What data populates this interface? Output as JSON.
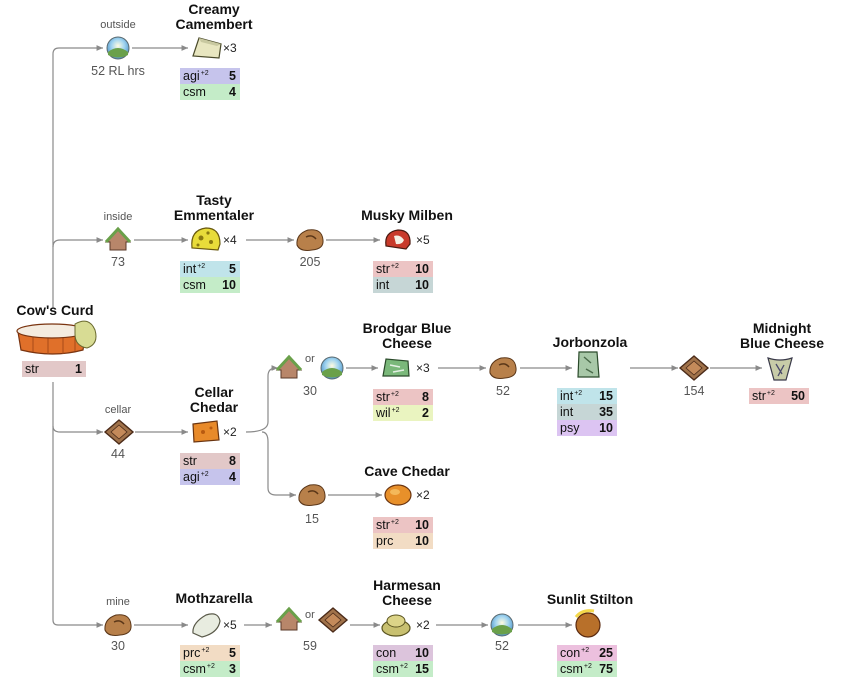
{
  "root": {
    "title": "Cow's Curd",
    "stat_name": "str",
    "stat_value": "1"
  },
  "edge_labels": {
    "outside": "outside",
    "inside": "inside",
    "cellar": "cellar",
    "mine": "mine",
    "or1": "or",
    "or2": "or"
  },
  "edge_numbers": {
    "e1": "52 RL hrs",
    "e2": "73",
    "e3": "205",
    "e4": "44",
    "e5": "30",
    "e6": "52",
    "e7": "154",
    "e8": "15",
    "e9": "30",
    "e10": "59",
    "e11": "52"
  },
  "cheeses": {
    "camembert": {
      "title": "Creamy Camembert",
      "count": "×3",
      "stats": [
        {
          "name": "agi",
          "bonus": "+2",
          "value": "5"
        },
        {
          "name": "csm",
          "bonus": "",
          "value": "4"
        }
      ]
    },
    "emmentaler": {
      "title": "Tasty Emmentaler",
      "count": "×4",
      "stats": [
        {
          "name": "int",
          "bonus": "+2",
          "value": "5"
        },
        {
          "name": "csm",
          "bonus": "",
          "value": "10"
        }
      ]
    },
    "milben": {
      "title": "Musky Milben",
      "count": "×5",
      "stats": [
        {
          "name": "str",
          "bonus": "+2",
          "value": "10"
        },
        {
          "name": "int",
          "bonus": "",
          "value": "10"
        }
      ]
    },
    "cellar_chedar": {
      "title": "Cellar Chedar",
      "count": "×2",
      "stats": [
        {
          "name": "str",
          "bonus": "",
          "value": "8"
        },
        {
          "name": "agi",
          "bonus": "+2",
          "value": "4"
        }
      ]
    },
    "brodgar": {
      "title": "Brodgar Blue Cheese",
      "count": "×3",
      "stats": [
        {
          "name": "str",
          "bonus": "+2",
          "value": "8"
        },
        {
          "name": "wil",
          "bonus": "+2",
          "value": "2"
        }
      ]
    },
    "jorbonzola": {
      "title": "Jorbonzola",
      "count": "",
      "stats": [
        {
          "name": "int",
          "bonus": "+2",
          "value": "15"
        },
        {
          "name": "int",
          "bonus": "",
          "value": "35"
        },
        {
          "name": "psy",
          "bonus": "",
          "value": "10"
        }
      ]
    },
    "midnight": {
      "title": "Midnight Blue Cheese",
      "count": "",
      "stats": [
        {
          "name": "str",
          "bonus": "+2",
          "value": "50"
        }
      ]
    },
    "cave_chedar": {
      "title": "Cave Chedar",
      "count": "×2",
      "stats": [
        {
          "name": "str",
          "bonus": "+2",
          "value": "10"
        },
        {
          "name": "prc",
          "bonus": "",
          "value": "10"
        }
      ]
    },
    "mothzarella": {
      "title": "Mothzarella",
      "count": "×5",
      "stats": [
        {
          "name": "prc",
          "bonus": "+2",
          "value": "5"
        },
        {
          "name": "csm",
          "bonus": "+2",
          "value": "3"
        }
      ]
    },
    "harmesan": {
      "title": "Harmesan Cheese",
      "count": "×2",
      "stats": [
        {
          "name": "con",
          "bonus": "",
          "value": "10"
        },
        {
          "name": "csm",
          "bonus": "+2",
          "value": "15"
        }
      ]
    },
    "stilton": {
      "title": "Sunlit Stilton",
      "count": "",
      "stats": [
        {
          "name": "con",
          "bonus": "+2",
          "value": "25"
        },
        {
          "name": "csm",
          "bonus": "+2",
          "value": "75"
        }
      ]
    }
  },
  "colors": {
    "edge": "#8a8a8a",
    "agi": "#c6c4ec",
    "csm": "#c4ecc8",
    "int": "#c0e4ea",
    "str": "#ecc4c4",
    "prc": "#f2dcc4",
    "psy": "#dcc4f2",
    "wil": "#eaf4c0",
    "con": "#dcc4dc"
  },
  "icons": {
    "outside": "landscape-icon",
    "inside": "house-icon",
    "cellar": "cellar-hatch-icon",
    "mine": "mine-rock-icon"
  }
}
